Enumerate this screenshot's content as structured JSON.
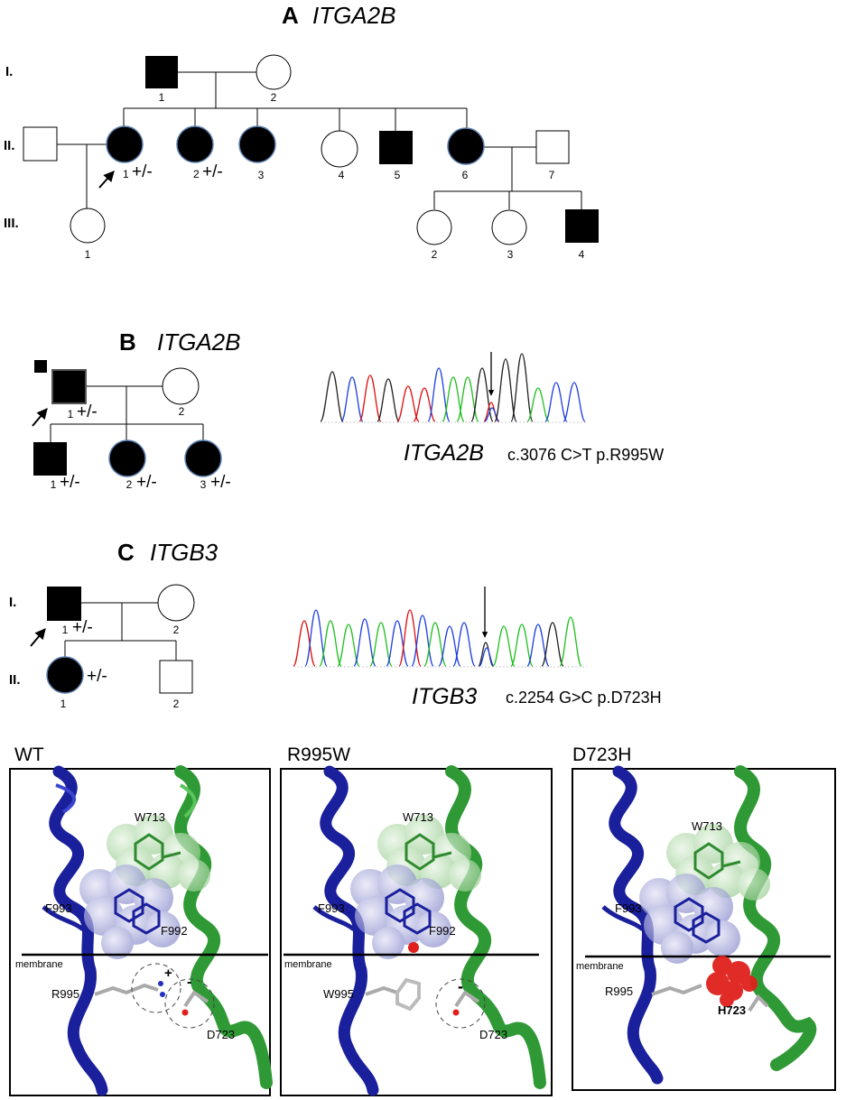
{
  "panel_a": {
    "letter": "A",
    "gene": "ITGA2B",
    "gen_I": "I.",
    "gen_II": "II.",
    "gen_III": "III.",
    "I1": "1",
    "I2": "2",
    "II1": "1",
    "II1_geno": "+/-",
    "II2": "2",
    "II2_geno": "+/-",
    "II3": "3",
    "II4": "4",
    "II5": "5",
    "II6": "6",
    "II7": "7",
    "III1": "1",
    "III2": "2",
    "III3": "3",
    "III4": "4"
  },
  "panel_b": {
    "letter": "B",
    "gene": "ITGA2B",
    "I1": "1",
    "I1_geno": "+/-",
    "I2": "2",
    "II1": "1",
    "II1_geno": "+/-",
    "II2": "2",
    "II2_geno": "+/-",
    "II3": "3",
    "II3_geno": "+/-",
    "seq_gene": "ITGA2B",
    "mutation": "c.3076 C>T  p.R995W"
  },
  "panel_c": {
    "letter": "C",
    "gene": "ITGB3",
    "gen_I": "I.",
    "gen_II": "II.",
    "I1": "1",
    "I1_geno": "+/-",
    "I2": "2",
    "II1": "1",
    "II1_geno": "+/-",
    "II2": "2",
    "seq_gene": "ITGB3",
    "mutation": "c.2254 G>C  p.D723H"
  },
  "structures": {
    "wt": {
      "title": "WT",
      "w713": "W713",
      "f993": "F993",
      "f992": "F992",
      "membrane": "membrane",
      "res995": "R995",
      "d723": "D723",
      "plus": "+",
      "minus": "-"
    },
    "r995w": {
      "title": "R995W",
      "w713": "W713",
      "f993": "F993",
      "f992": "F992",
      "membrane": "membrane",
      "res995": "W995",
      "d723": "D723",
      "minus": "-"
    },
    "d723h": {
      "title": "D723H",
      "w713": "W713",
      "f993": "F993",
      "membrane": "membrane",
      "res995": "R995",
      "h723": "H723"
    }
  },
  "colors": {
    "affected": "#000000",
    "alpha_helix": "#1a1f9c",
    "beta_helix": "#2f9a35",
    "charge_red": "#e0201c",
    "trace_red": "#e01010",
    "trace_green": "#20c020",
    "trace_blue": "#2040e0",
    "trace_black": "#222222"
  },
  "icons": [
    "proband-arrow-icon"
  ]
}
